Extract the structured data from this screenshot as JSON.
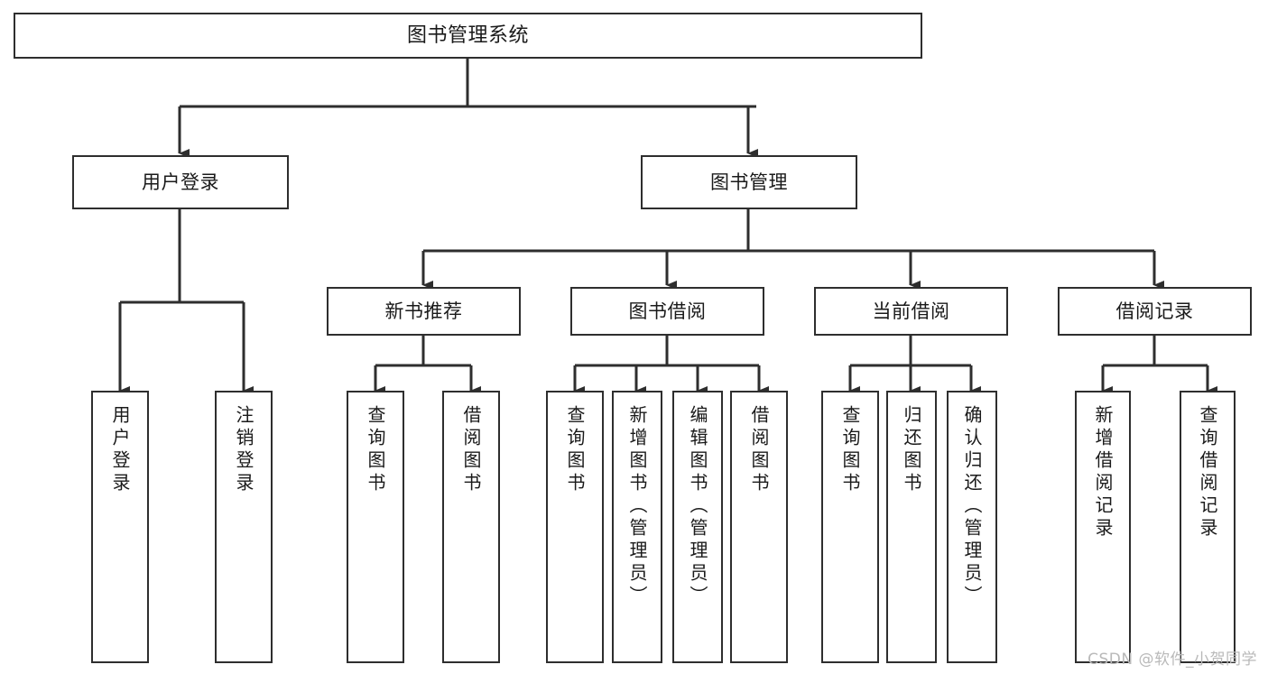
{
  "diagram": {
    "title": "图书管理系统",
    "type": "tree-hierarchy",
    "watermark": "CSDN @软件_小贺同学",
    "colors": {
      "stroke": "#2e2e2e",
      "fill": "#ffffff",
      "text": "#1a1a1a",
      "watermark": "#b9b9b9"
    },
    "nodes": {
      "root": {
        "label": "图书管理系统"
      },
      "level2": [
        {
          "id": "user-login",
          "label": "用户登录"
        },
        {
          "id": "book-manage",
          "label": "图书管理"
        }
      ],
      "level3": [
        {
          "id": "new-book-recommend",
          "label": "新书推荐"
        },
        {
          "id": "book-borrow",
          "label": "图书借阅"
        },
        {
          "id": "current-borrow",
          "label": "当前借阅"
        },
        {
          "id": "borrow-record",
          "label": "借阅记录"
        }
      ],
      "leaves": {
        "user_login": [
          {
            "id": "leaf-user-login",
            "label": "用户登录"
          },
          {
            "id": "leaf-logout",
            "label": "注销登录"
          }
        ],
        "new_book_recommend": [
          {
            "id": "leaf-query-book-1",
            "label": "查询图书"
          },
          {
            "id": "leaf-borrow-book-1",
            "label": "借阅图书"
          }
        ],
        "book_borrow": [
          {
            "id": "leaf-query-book-2",
            "label": "查询图书"
          },
          {
            "id": "leaf-add-book",
            "label": "新增图书（管理员）"
          },
          {
            "id": "leaf-edit-book",
            "label": "编辑图书（管理员）"
          },
          {
            "id": "leaf-borrow-book-2",
            "label": "借阅图书"
          }
        ],
        "current_borrow": [
          {
            "id": "leaf-query-book-3",
            "label": "查询图书"
          },
          {
            "id": "leaf-return-book",
            "label": "归还图书"
          },
          {
            "id": "leaf-confirm-return",
            "label": "确认归还（管理员）"
          }
        ],
        "borrow_record": [
          {
            "id": "leaf-add-record",
            "label": "新增借阅记录"
          },
          {
            "id": "leaf-query-record",
            "label": "查询借阅记录"
          }
        ]
      }
    }
  }
}
